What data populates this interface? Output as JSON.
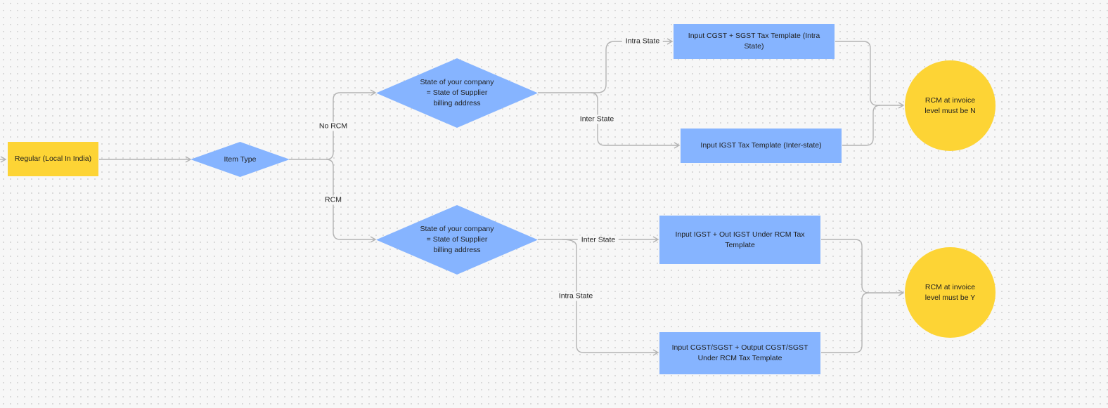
{
  "colors": {
    "yellow": "#fdd435",
    "blue": "#86b4ff",
    "connector": "#b4b4b4"
  },
  "nodes": {
    "start": "Regular (Local In India)",
    "item_type": "Item Type",
    "decision_no_rcm": "State of your company\n= State of Supplier\nbilling address",
    "decision_rcm": "State of your company\n= State of Supplier\nbilling address",
    "cgst_sgst_template": "Input CGST + SGST Tax Template (Intra State)",
    "igst_template": "Input IGST Tax Template (Inter-state)",
    "igst_rcm_template": "Input IGST + Out IGST Under RCM Tax Template",
    "cgst_sgst_rcm_template": "Input CGST/SGST + Output  CGST/SGST Under RCM Tax Template",
    "rcm_n": "RCM at invoice level must be N",
    "rcm_y": "RCM at invoice level must be Y"
  },
  "edge_labels": {
    "no_rcm": "No RCM",
    "rcm": "RCM",
    "intra_state_top": "Intra State",
    "inter_state_top": "Inter State",
    "inter_state_bottom": "Inter State",
    "intra_state_bottom": "Intra State"
  }
}
